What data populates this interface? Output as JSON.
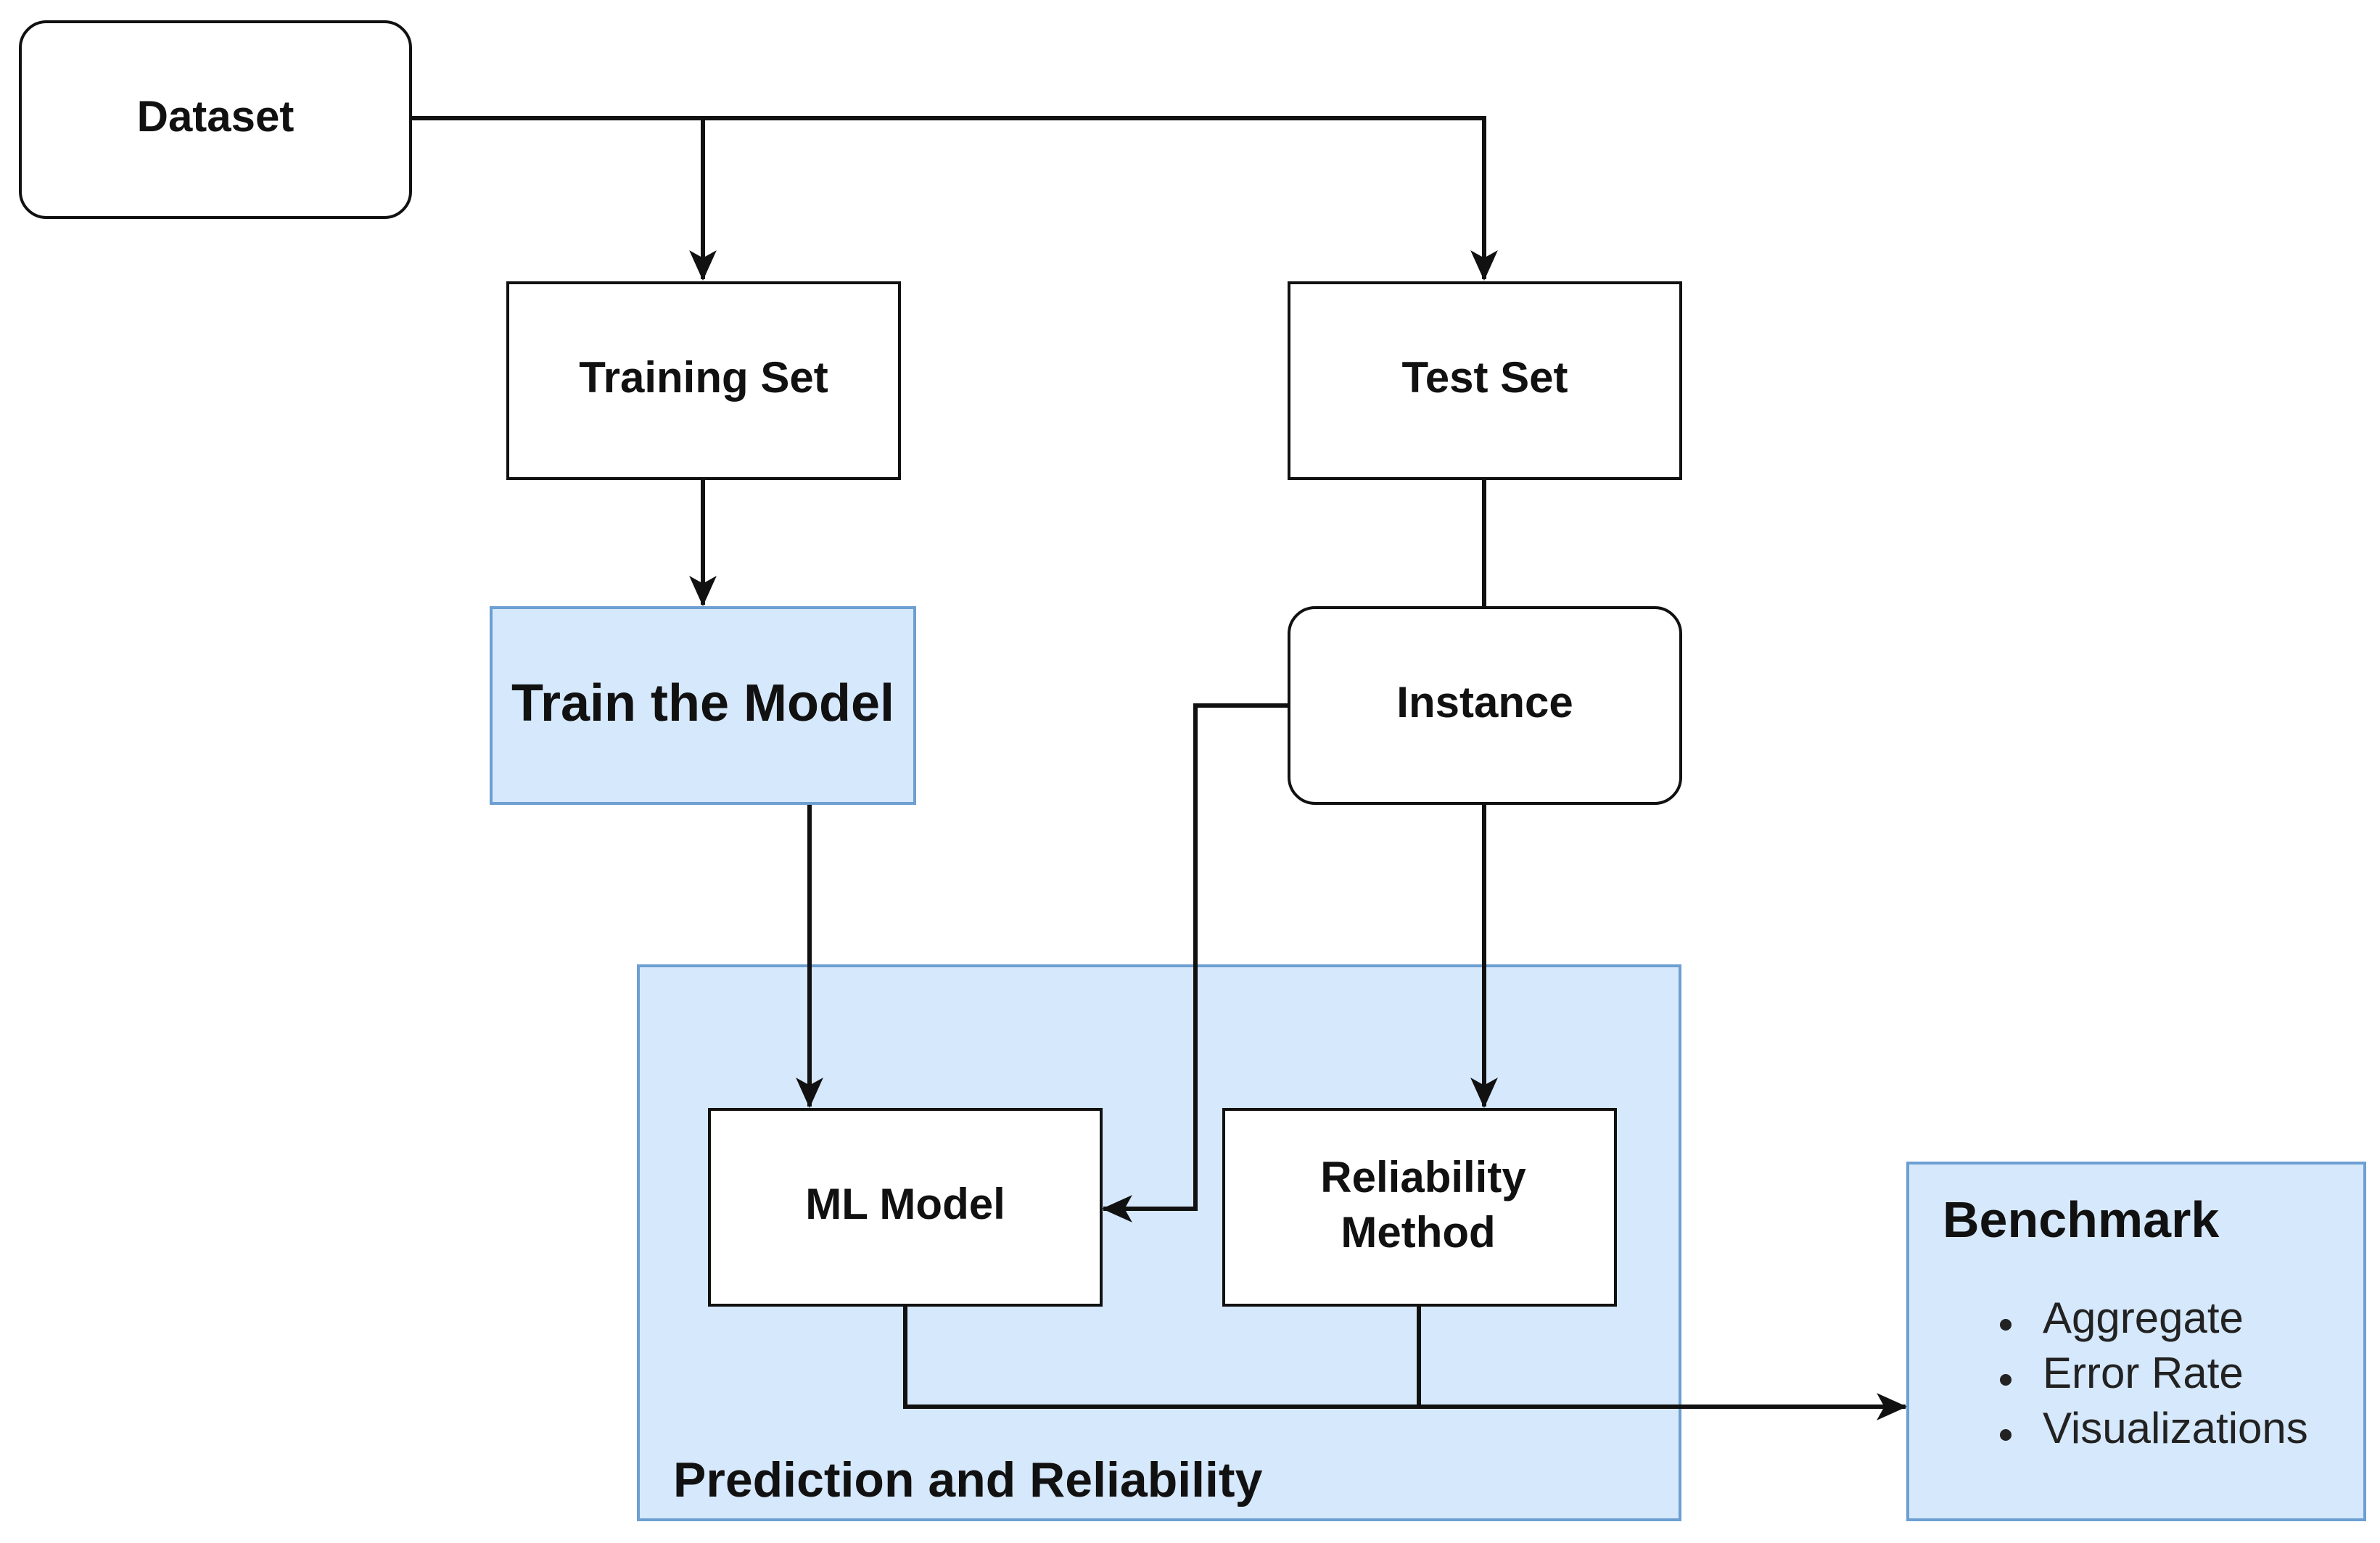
{
  "nodes": {
    "dataset": "Dataset",
    "training_set": "Training Set",
    "test_set": "Test Set",
    "train_model": "Train the Model",
    "instance": "Instance",
    "ml_model": "ML Model",
    "reliability_method_line1": "Reliability",
    "reliability_method_line2": "Method",
    "prediction_group": "Prediction and Reliability"
  },
  "benchmark": {
    "title": "Benchmark",
    "items": [
      "Aggregate",
      "Error Rate",
      "Visualizations"
    ]
  },
  "colors": {
    "stroke": "#111111",
    "highlight_fill": "#d6e8fb",
    "highlight_stroke": "#6d9fd2",
    "box_fill": "#ffffff"
  }
}
